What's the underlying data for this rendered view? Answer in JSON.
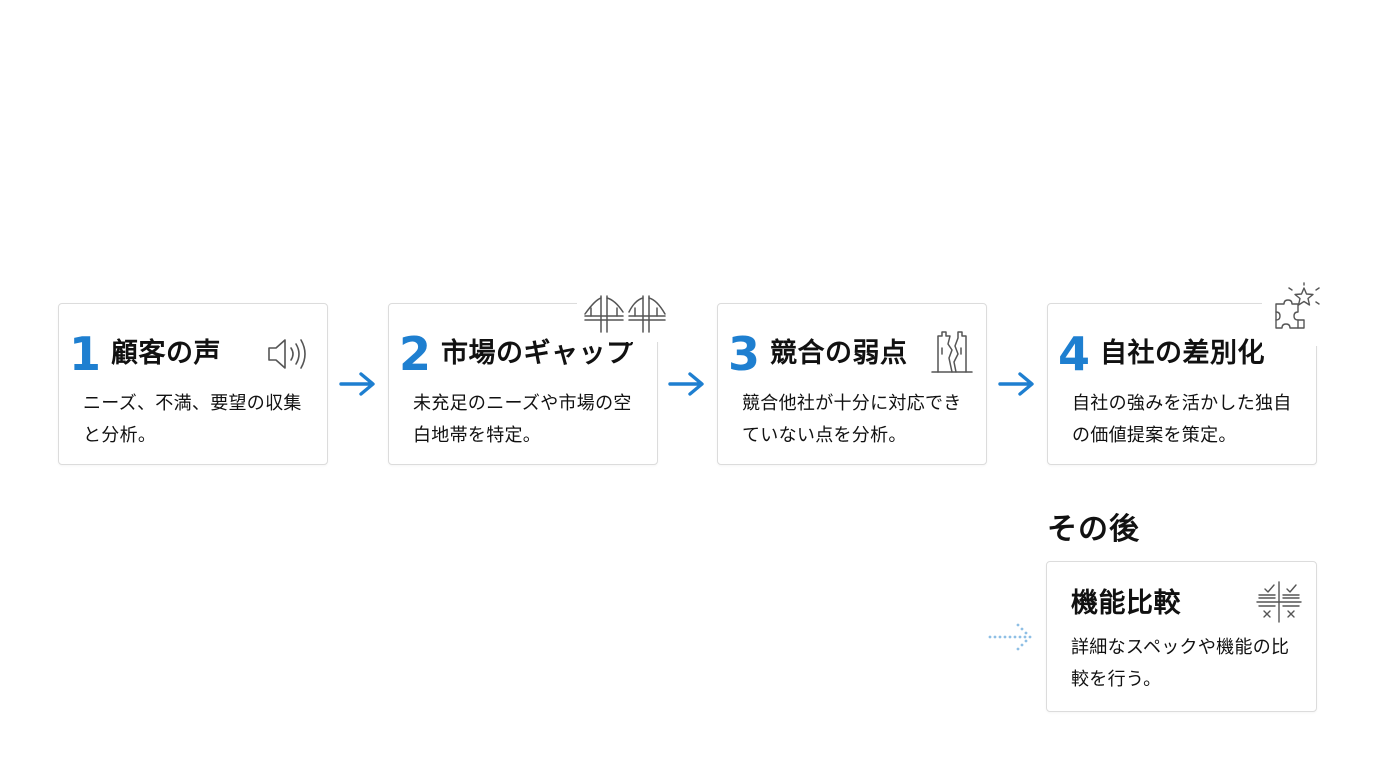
{
  "colors": {
    "accent": "#1e7fd0",
    "dotted_arrow": "#8fbfe5",
    "icon_stroke": "#555555",
    "card_border": "#dcdcdc",
    "text": "#111111"
  },
  "steps": [
    {
      "number": "1",
      "title": "顧客の声",
      "description": "ニーズ、不満、要望の収集と分析。",
      "icon": "speaker-icon"
    },
    {
      "number": "2",
      "title": "市場のギャップ",
      "description": "未充足のニーズや市場の空白地帯を特定。",
      "icon": "bridge-gap-icon"
    },
    {
      "number": "3",
      "title": "競合の弱点",
      "description": "競合他社が十分に対応できていない点を分析。",
      "icon": "broken-tower-icon"
    },
    {
      "number": "4",
      "title": "自社の差別化",
      "description": "自社の強みを活かした独自の価値提案を策定。",
      "icon": "puzzle-star-icon"
    }
  ],
  "after": {
    "heading": "その後",
    "title": "機能比較",
    "description": "詳細なスペックや機能の比較を行う。",
    "icon": "comparison-icon"
  }
}
